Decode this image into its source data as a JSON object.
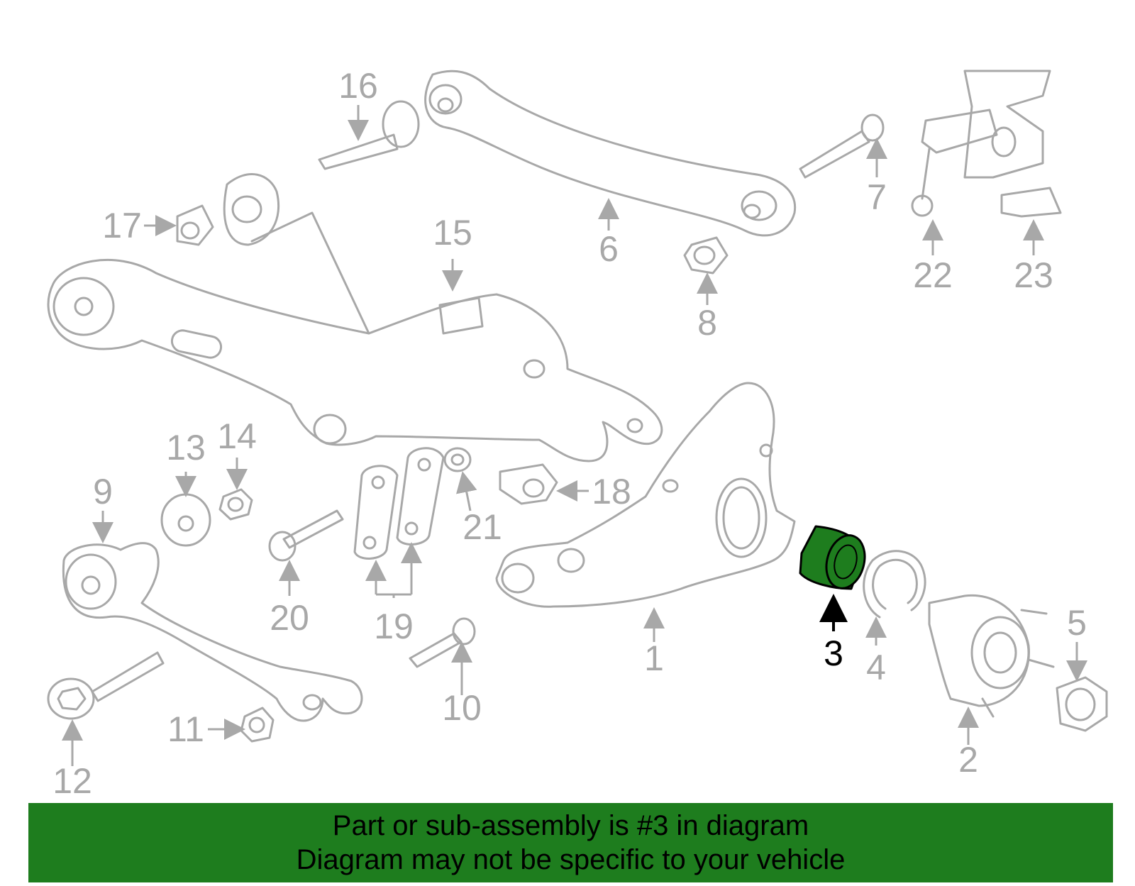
{
  "callouts": {
    "c1": "1",
    "c2": "2",
    "c3": "3",
    "c4": "4",
    "c5": "5",
    "c6": "6",
    "c7": "7",
    "c8": "8",
    "c9": "9",
    "c10": "10",
    "c11": "11",
    "c12": "12",
    "c13": "13",
    "c14": "14",
    "c15": "15",
    "c16": "16",
    "c17": "17",
    "c18": "18",
    "c19": "19",
    "c20": "20",
    "c21": "21",
    "c22": "22",
    "c23": "23"
  },
  "highlighted_part": "3",
  "colors": {
    "highlight": "#1e7d1e",
    "outline": "#a8a8a8",
    "banner": "#1e7d1e"
  },
  "banner": {
    "line1": "Part or sub-assembly is #3 in diagram",
    "line2": "Diagram may not be specific to your vehicle"
  }
}
